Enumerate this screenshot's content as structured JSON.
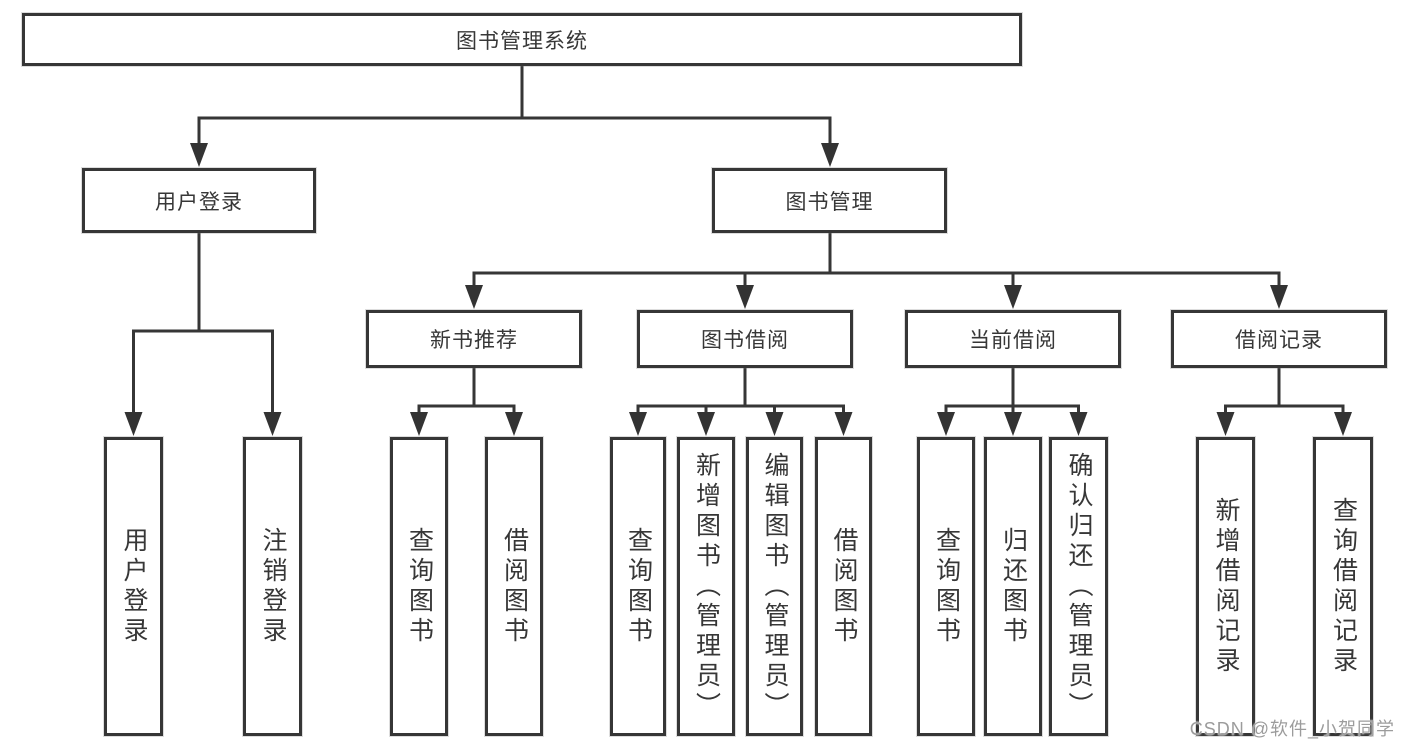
{
  "diagram": {
    "root": {
      "label": "图书管理系统"
    },
    "branches": [
      {
        "label": "用户登录",
        "children": [
          {
            "label": "用户登录"
          },
          {
            "label": "注销登录"
          }
        ]
      },
      {
        "label": "图书管理",
        "groups": [
          {
            "label": "新书推荐",
            "children": [
              {
                "label": "查询图书"
              },
              {
                "label": "借阅图书"
              }
            ]
          },
          {
            "label": "图书借阅",
            "children": [
              {
                "label": "查询图书"
              },
              {
                "label": "新增图书（管理员）"
              },
              {
                "label": "编辑图书（管理员）"
              },
              {
                "label": "借阅图书"
              }
            ]
          },
          {
            "label": "当前借阅",
            "children": [
              {
                "label": "查询图书"
              },
              {
                "label": "归还图书"
              },
              {
                "label": "确认归还（管理员）"
              }
            ]
          },
          {
            "label": "借阅记录",
            "children": [
              {
                "label": "新增借阅记录"
              },
              {
                "label": "查询借阅记录"
              }
            ]
          }
        ]
      }
    ]
  },
  "watermark": {
    "text": "CSDN @软件_小贺同学"
  },
  "colors": {
    "line": "#363636",
    "text": "#373737",
    "watermark": "#9c9c9c",
    "background": "#ffffff"
  }
}
